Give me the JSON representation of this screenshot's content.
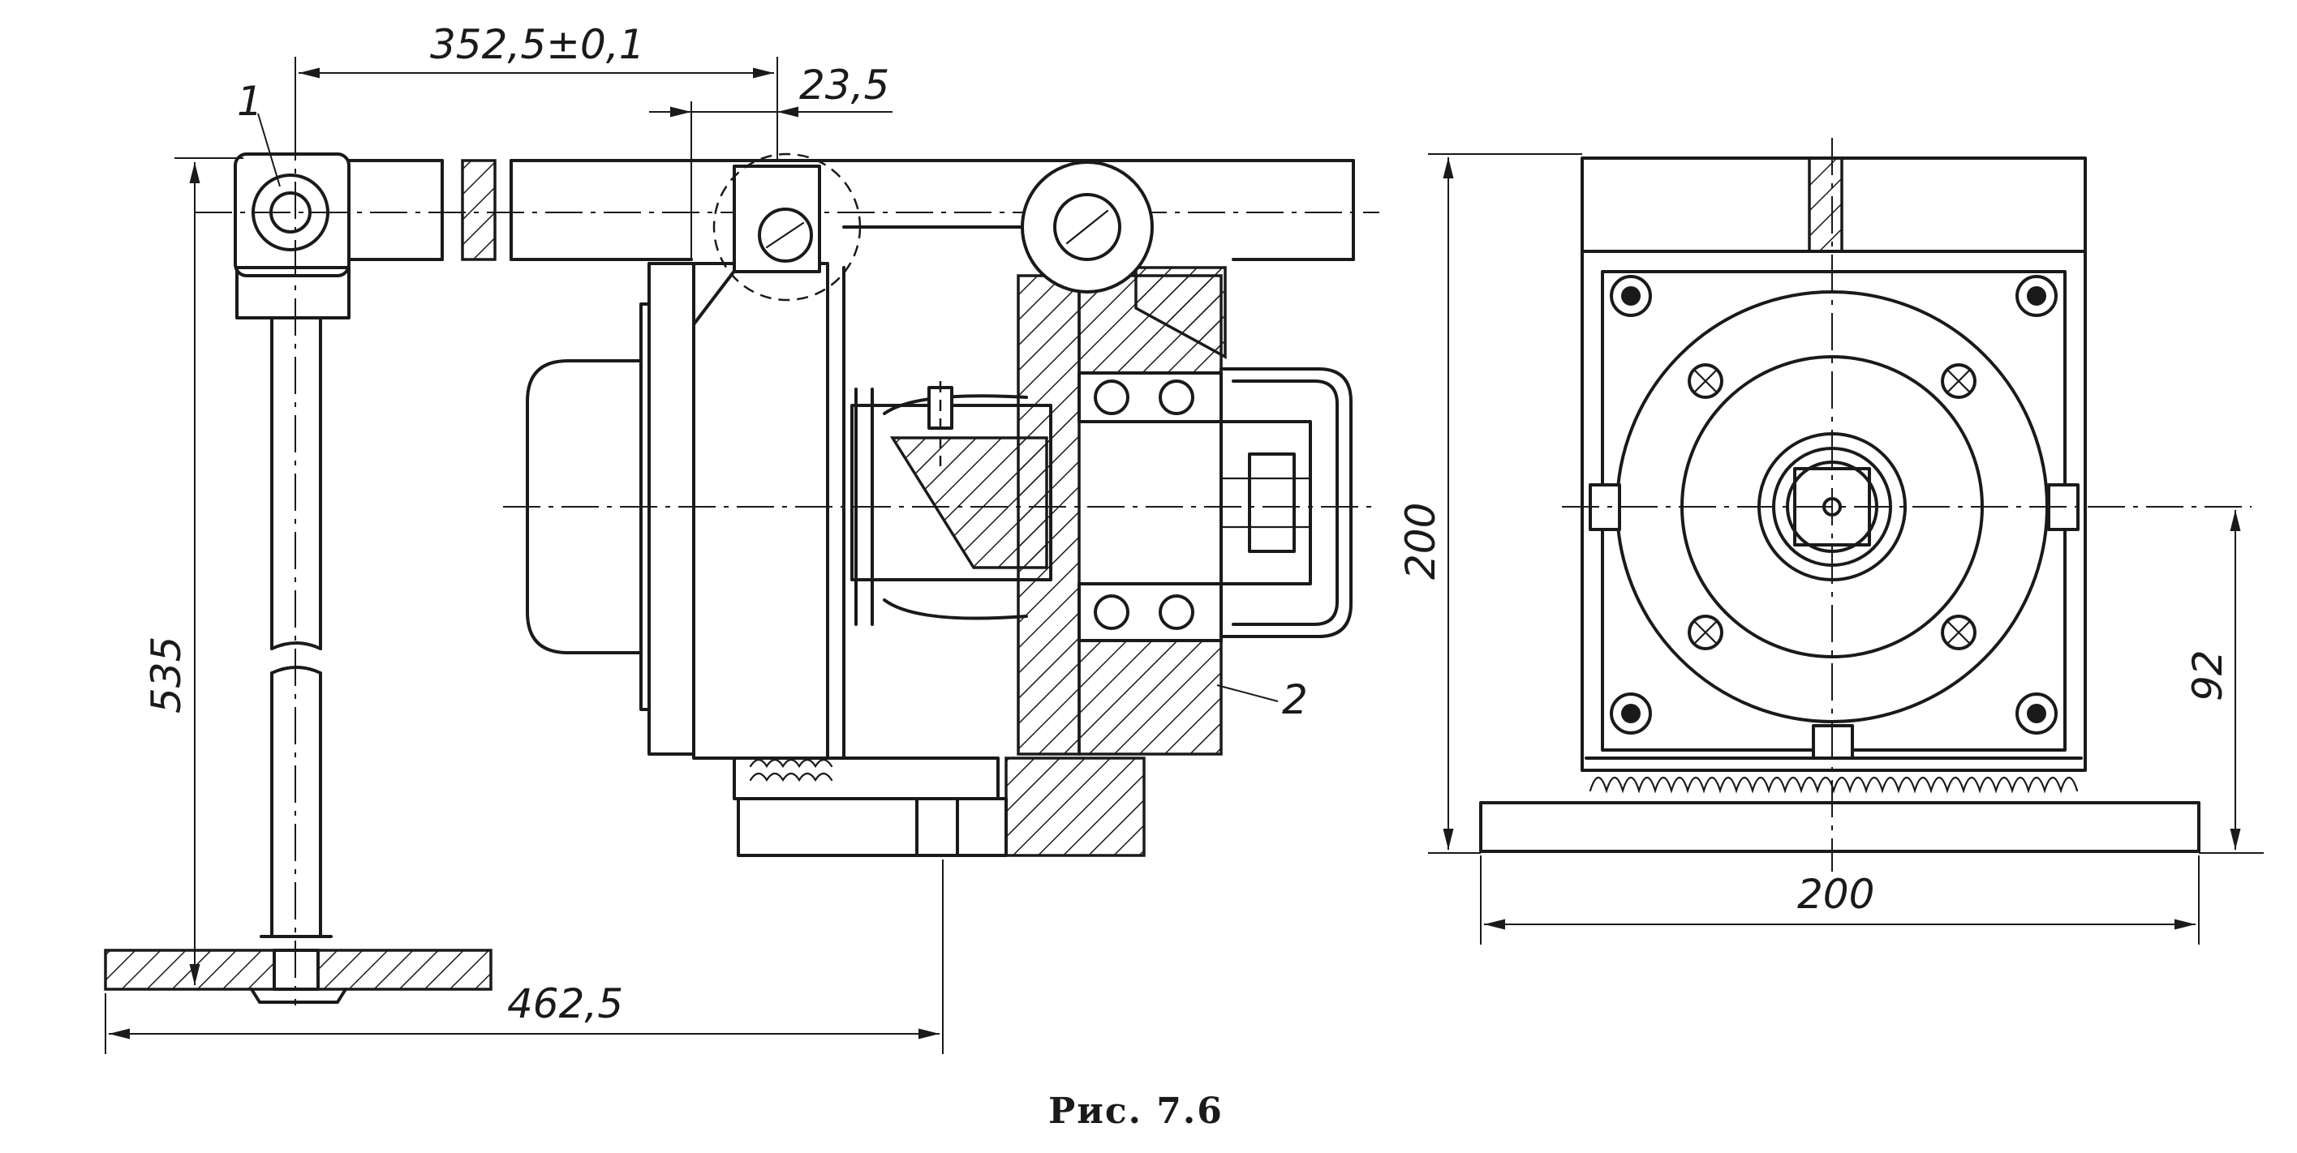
{
  "figure": {
    "caption": "Рис. 7.6"
  },
  "dimensions": {
    "top_center_distance": "352,5±0,1",
    "offset": "23,5",
    "height_left": "535",
    "length_bottom": "462,5",
    "height_right": "200",
    "width_right": "200",
    "axis_height": "92"
  },
  "callouts": {
    "part_1": "1",
    "part_2": "2"
  }
}
